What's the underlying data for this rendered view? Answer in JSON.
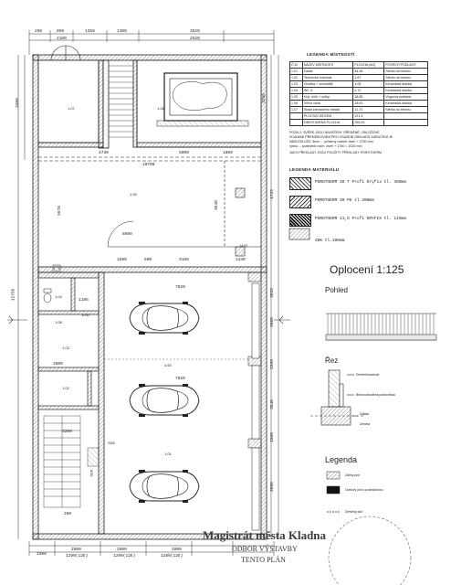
{
  "dims_top": [
    "250",
    "850",
    "1350",
    "1300",
    "3520",
    "2100",
    "2520"
  ],
  "dims_bottom": [
    "1500",
    "2800",
    "2800",
    "2800",
    "1290(12E)",
    "1290(12E)",
    "1280(12E)"
  ],
  "dims_inner": [
    "4730",
    "5000",
    "1800",
    "10700",
    "5670",
    "8600",
    "1890",
    "500",
    "3150",
    "1340",
    "7020",
    "3540",
    "7020",
    "1195",
    "2000",
    "3200",
    "280"
  ],
  "dims_right": [
    "3260",
    "1725",
    "3825",
    "2000",
    "2360",
    "3540",
    "1500",
    "2000"
  ],
  "dims_left": [
    "3400",
    "12750"
  ],
  "room_tags": [
    "1.07",
    "1.06",
    "1.05",
    "1.01",
    "1.04",
    "1.03",
    "1.02",
    "1.08",
    "SDK",
    "SDK"
  ],
  "marks": [
    "1420",
    "4.60",
    "6.60"
  ],
  "rooms_legend": {
    "title": "LEGENDA MÍSTNOSTÍ",
    "headers": [
      "Č.M.",
      "NÁZEV MÍSTNOSTI",
      "PLOCHA (m2)",
      "POVRCH PODLAHY"
    ],
    "rows": [
      [
        "1.01",
        "Garáž",
        "84,36",
        "Stěrka na betonu"
      ],
      [
        "1.02",
        "Technická místnost",
        "2,67",
        "Stěrka na betonu"
      ],
      [
        "1.03",
        "Chodba + schodiště",
        "3,06",
        "Keramická dlažba"
      ],
      [
        "1.04",
        "WC II",
        "2,72",
        "Keramická dlažba"
      ],
      [
        "1.05",
        "Kryt. dvůr + zídky",
        "38,85",
        "Vsypová podlaha"
      ],
      [
        "1.06",
        "Vířivá vana",
        "28,63",
        "Keramická dlažba"
      ],
      [
        "1.07",
        "Sklad zahradního nářadí",
        "11,74",
        "Stěrka na betonu"
      ],
      [
        "",
        "PLOCHA CELKEM",
        "221,4",
        ""
      ],
      [
        "",
        "OBESTAVĚNÁ PLOCHA",
        "250,53",
        ""
      ]
    ]
  },
  "notes": [
    "POZN.1: SVĚRE JSOU NAVRŽENY OŘEDĚNÉ, OBLOŽOVÉ",
    "SCANEMI PŘEMÍSKOVÁNÍ PRO OSAZENÍ OBKLADŮ ZARUČENÍ JE",
    "NÁSLEDUJÍCÍ: 8mm ... průstrný rozměr dveří + 2750 mm",
    "rybka ... podelvedí rozm. dveří + 1750 = 2020 mm",
    "JAKO PŘEKLADY JSOU POUŽITY PŘEKLADY POROTHERM"
  ],
  "materials": {
    "title": "LEGENDA MATERIÁLU",
    "items": [
      "POROTHERM 38 T Profi Dryfix tl. 380mm",
      "POROTHERM 30 PD tl.300mm",
      "POROTHERM 11,5 Profi DRYFIX tl. 115mm",
      "SDK tl.100mm"
    ]
  },
  "fence": {
    "title": "Oplocení 1:125",
    "pohled": "Pohled",
    "rez": "Řez",
    "rez_labels": [
      "Dřevěné/ocelové",
      "Betonová/zděná podezdívka",
      "Základ",
      "Zemina"
    ]
  },
  "legend2": {
    "title": "Legenda",
    "items": [
      "Zděný plot",
      "Ocelový plot s podezdívkou",
      "Dřevěný plot"
    ]
  },
  "stamp": {
    "line1": "Magistrát města Kladna",
    "line2": "ODBOR VÝSTAVBY",
    "line3": "TENTO PLÁN"
  },
  "colors": {
    "line": "#222222",
    "hatch": "#555555",
    "paper": "#ffffff"
  }
}
